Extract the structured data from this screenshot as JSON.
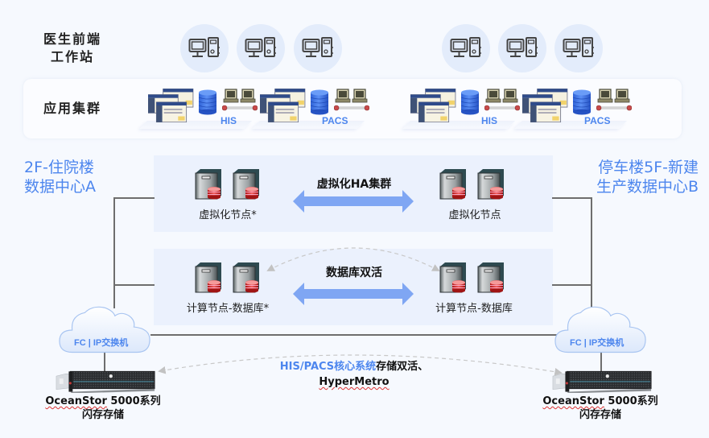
{
  "frontend": {
    "row_label_line1": "医生前端",
    "row_label_line2": "工作站",
    "workstations": [
      {
        "icon": "workstation-icon"
      },
      {
        "icon": "workstation-icon"
      },
      {
        "icon": "workstation-icon"
      },
      {
        "icon": "workstation-icon"
      },
      {
        "icon": "workstation-icon"
      },
      {
        "icon": "workstation-icon"
      }
    ]
  },
  "app_cluster": {
    "row_label": "应用集群",
    "groups": [
      {
        "label": "HIS"
      },
      {
        "label": "PACS"
      },
      {
        "label": "HIS"
      },
      {
        "label": "PACS"
      }
    ]
  },
  "datacenters": {
    "a": {
      "line1": "2F-住院楼",
      "line2": "数据中心A"
    },
    "b": {
      "line1": "停车楼5F-新建",
      "line2": "生产数据中心B"
    }
  },
  "virtualization": {
    "left_label": "虚拟化节点*",
    "right_label": "虚拟化节点",
    "link_label": "虚拟化HA集群"
  },
  "database": {
    "left_label": "计算节点-数据库*",
    "right_label": "计算节点-数据库",
    "link_label": "数据库双活"
  },
  "switches": {
    "left_label": "FC | IP交换机",
    "right_label": "FC | IP交换机"
  },
  "storage": {
    "left": {
      "line1_brand": "OceanStor",
      "line1_rest": " 5000系列",
      "line2": "闪存存储"
    },
    "right": {
      "line1_brand": "OceanStor",
      "line1_rest": " 5000系列",
      "line2": "闪存存储"
    }
  },
  "hypermetro": {
    "blue_part": "HIS/PACS核心系统",
    "black_part": "存储双活、",
    "line2": "HyperMetro"
  },
  "colors": {
    "accent_blue": "#4d86ee",
    "arrow_blue": "#7fa6f3",
    "panel_bg": "#ebf1fd",
    "line_gray": "#6e6e6e"
  }
}
